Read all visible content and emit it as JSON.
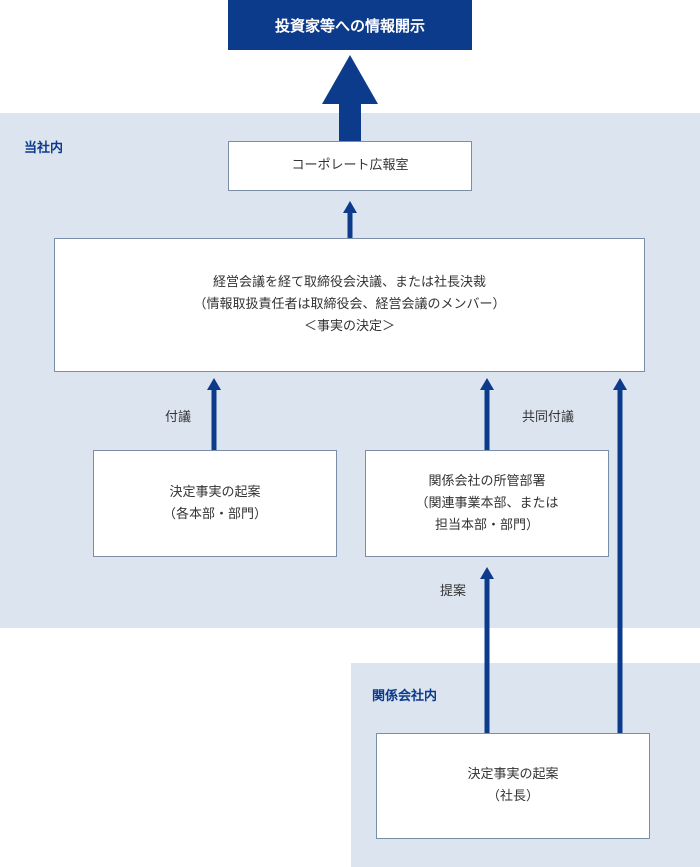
{
  "header": {
    "title": "投資家等への情報開示"
  },
  "regions": {
    "internal": {
      "label": "当社内"
    },
    "affiliate": {
      "label": "関係会社内"
    }
  },
  "nodes": {
    "pr_office": {
      "lines": [
        "コーポレート広報室"
      ]
    },
    "management_meeting": {
      "lines": [
        "経営会議を経て取締役会決議、または社長決裁",
        "（情報取扱責任者は取締役会、経営会議のメンバー）",
        "＜事実の決定＞"
      ]
    },
    "division_proposal": {
      "lines": [
        "決定事実の起案",
        "（各本部・部門）"
      ]
    },
    "affiliate_dept": {
      "lines": [
        "関係会社の所管部署",
        "（関連事業本部、または",
        "担当本部・部門）"
      ]
    },
    "president_proposal": {
      "lines": [
        "決定事実の起案",
        "（社長）"
      ]
    }
  },
  "edges": {
    "deliberation": "付議",
    "joint_deliberation": "共同付議",
    "proposal": "提案"
  },
  "colors": {
    "arrow": "#0d3b8c",
    "region": "#dbe4ef",
    "header": "#0d3b8c",
    "border": "#7a8ea8"
  }
}
